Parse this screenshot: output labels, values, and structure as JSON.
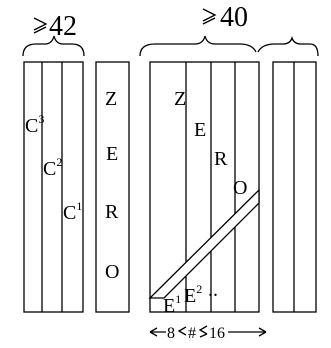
{
  "header": {
    "left_label": "42",
    "right_label": "40"
  },
  "left_group": {
    "marks": [
      {
        "base": "C",
        "sup": "3"
      },
      {
        "base": "C",
        "sup": "2"
      },
      {
        "base": "C",
        "sup": "1"
      }
    ]
  },
  "zero_column": {
    "letters": [
      "Z",
      "E",
      "R",
      "O"
    ]
  },
  "right_group": {
    "letters": [
      "Z",
      "E",
      "R",
      "O"
    ],
    "bottom_marks": [
      {
        "base": "E",
        "sup": "1"
      },
      {
        "base": "E",
        "sup": "2"
      }
    ],
    "ellipsis": ".."
  },
  "dimension": {
    "left": "8",
    "symbol": "#",
    "right": "16"
  }
}
